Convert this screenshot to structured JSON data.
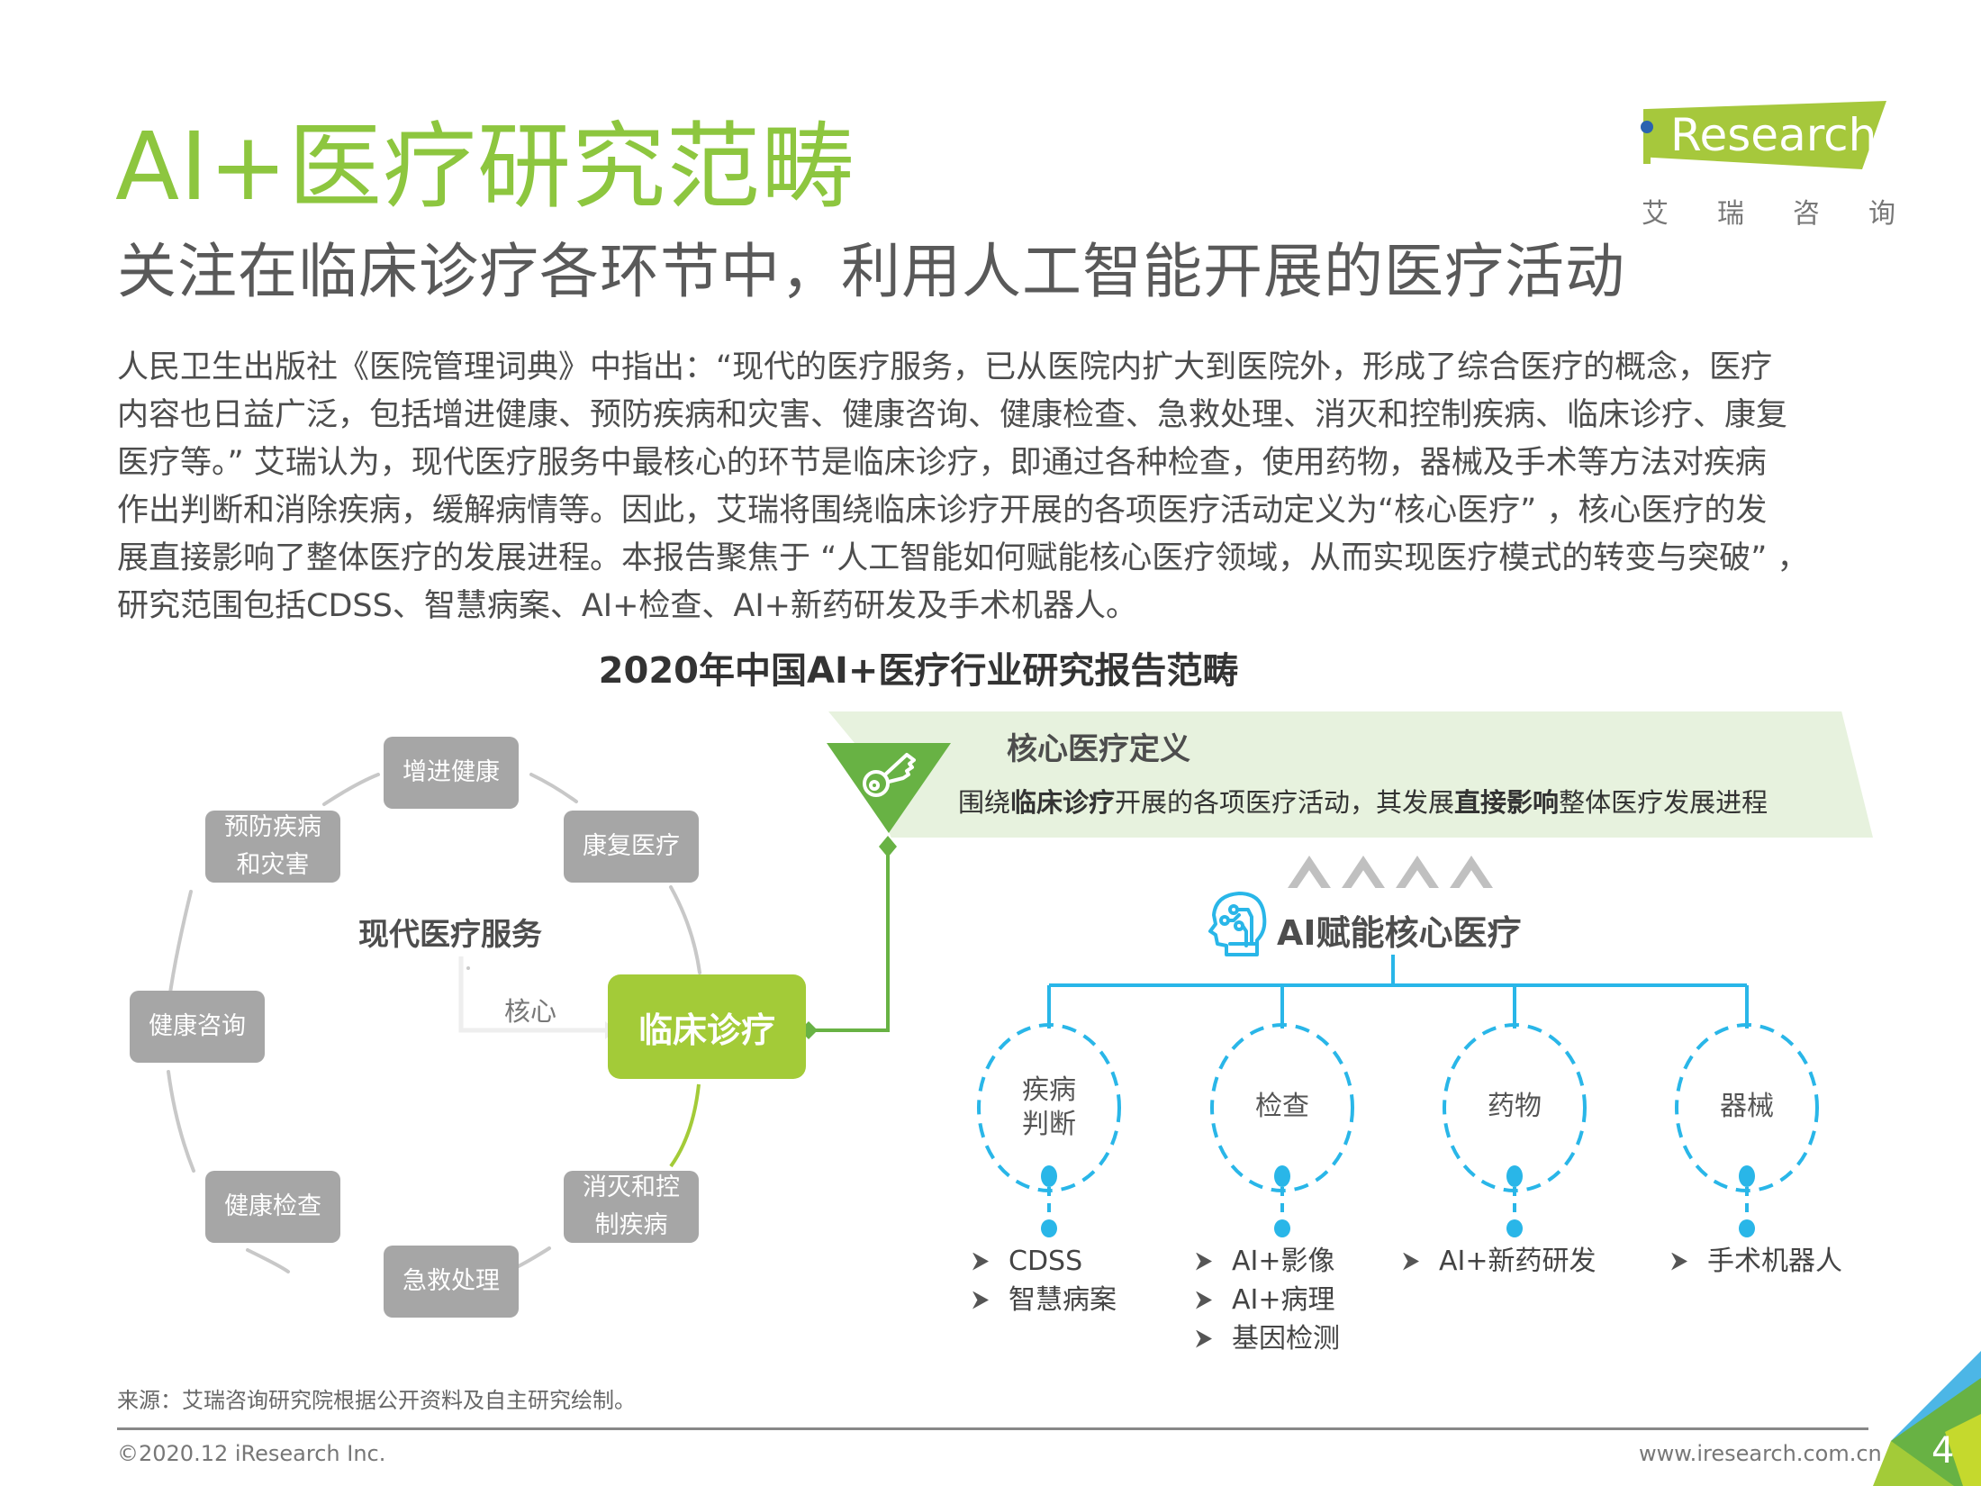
{
  "header": {
    "title": "AI+医疗研究范畴",
    "subtitle": "关注在临床诊疗各环节中，利用人工智能开展的医疗活动"
  },
  "logo": {
    "brand": "Research",
    "cn": [
      "艾",
      "瑞",
      "咨",
      "询"
    ],
    "colors": {
      "banner": "#a6c83c",
      "dot": "#2a63b0"
    }
  },
  "body": {
    "lines": [
      "人民卫生出版社《医院管理词典》中指出：“现代的医疗服务，已从医院内扩大到医院外，形成了综合医疗的概念，医疗",
      "内容也日益广泛，包括增进健康、预防疾病和灾害、健康咨询、健康检查、急救处理、消灭和控制疾病、临床诊疗、康复",
      "医疗等。” 艾瑞认为，现代医疗服务中最核心的环节是临床诊疗，即通过各种检查，使用药物，器械及手术等方法对疾病",
      "作出判断和消除疾病，缓解病情等。因此，艾瑞将围绕临床诊疗开展的各项医疗活动定义为“核心医疗” ，核心医疗的发",
      "展直接影响了整体医疗的发展进程。本报告聚焦于 “人工智能如何赋能核心医疗领域，从而实现医疗模式的转变与突破” ，",
      "研究范围包括CDSS、智慧病案、AI+检查、AI+新药研发及手术机器人。"
    ]
  },
  "diagram": {
    "title": "2020年中国AI+医疗行业研究报告范畴",
    "cycle": {
      "center_label": "现代医疗服务",
      "core_arrow_label": "核心",
      "core": "临床诊疗",
      "services": [
        {
          "id": "promote",
          "lines": [
            "增进健康"
          ]
        },
        {
          "id": "rehab",
          "lines": [
            "康复医疗"
          ]
        },
        {
          "id": "prevent",
          "lines": [
            "预防疾病",
            "和灾害"
          ]
        },
        {
          "id": "consult",
          "lines": [
            "健康咨询"
          ]
        },
        {
          "id": "checkup",
          "lines": [
            "健康检查"
          ]
        },
        {
          "id": "emergency",
          "lines": [
            "急救处理"
          ]
        },
        {
          "id": "control",
          "lines": [
            "消灭和控",
            "制疾病"
          ]
        }
      ],
      "colors": {
        "box": "#a6a6a6",
        "core": "#a3cb38",
        "ring": "#c8c8c8"
      }
    },
    "definition": {
      "title": "核心医疗定义",
      "desc_parts": [
        {
          "text": "围绕",
          "bold": false
        },
        {
          "text": "临床诊疗",
          "bold": true
        },
        {
          "text": "开展的各项医疗活动，其发展",
          "bold": false
        },
        {
          "text": "直接影响",
          "bold": true
        },
        {
          "text": "整体医疗发展进程",
          "bold": false
        }
      ],
      "icon": "key-icon",
      "colors": {
        "banner": "#e7f2de",
        "triangle": "#68b244"
      }
    },
    "ai": {
      "title": "AI赋能核心医疗",
      "icon": "ai-head-icon",
      "color": "#29b6e8",
      "categories": [
        {
          "label_lines": [
            "疾病",
            "判断"
          ],
          "items": [
            "CDSS",
            "智慧病案"
          ]
        },
        {
          "label_lines": [
            "检查"
          ],
          "items": [
            "AI+影像",
            "AI+病理",
            "基因检测"
          ]
        },
        {
          "label_lines": [
            "药物"
          ],
          "items": [
            "AI+新药研发"
          ]
        },
        {
          "label_lines": [
            "器械"
          ],
          "items": [
            "手术机器人"
          ]
        }
      ]
    }
  },
  "footer": {
    "source": "来源：艾瑞咨询研究院根据公开资料及自主研究绘制。",
    "copyright": "©2020.12 iResearch Inc.",
    "website": "www.iresearch.com.cn",
    "page_number": "4"
  }
}
